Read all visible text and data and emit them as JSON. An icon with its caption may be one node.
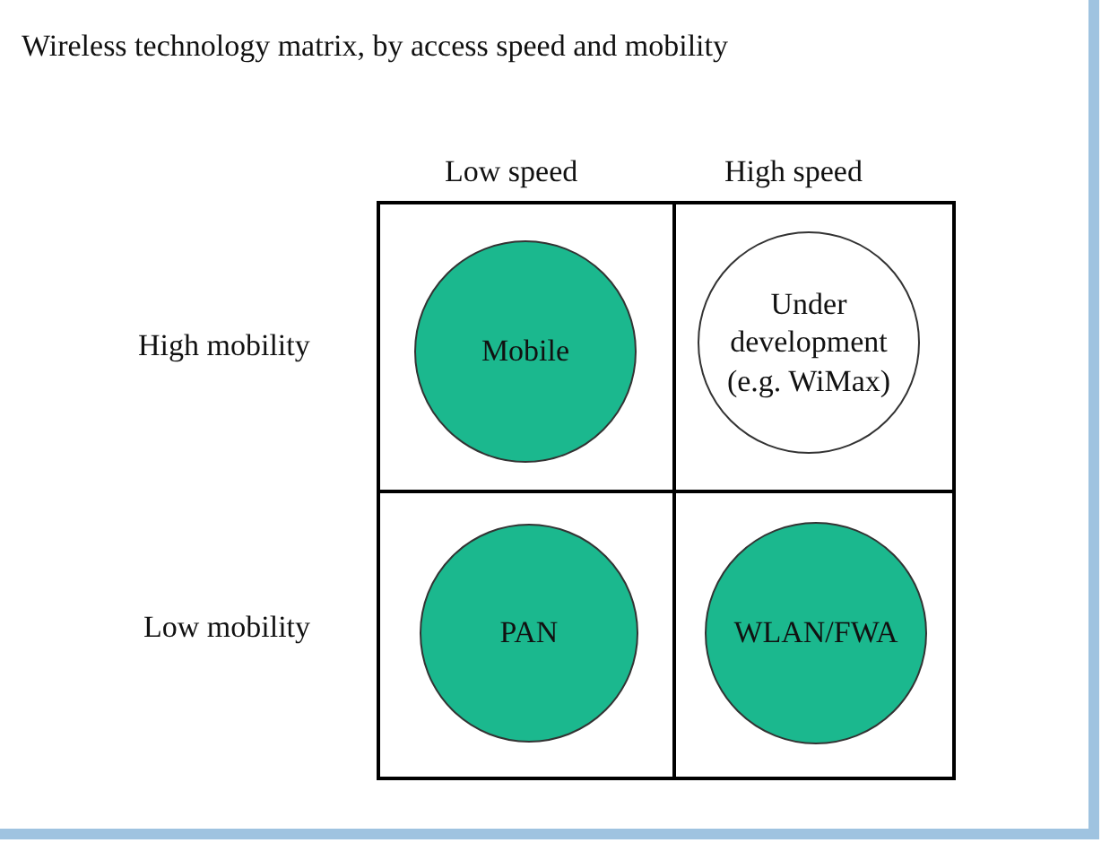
{
  "diagram": {
    "title": "Wireless technology matrix, by access speed and mobility",
    "nodes": [
      {
        "text": [
          "Mobile"
        ]
      },
      {
        "text": [
          "Under development (e.g. WiMax)"
        ]
      },
      {
        "text": [
          "PAN"
        ]
      },
      {
        "text": [
          "WLAN/FWA"
        ]
      }
    ],
    "labels": [
      "Low speed",
      "High speed",
      "High mobility",
      "Low mobility"
    ]
  }
}
